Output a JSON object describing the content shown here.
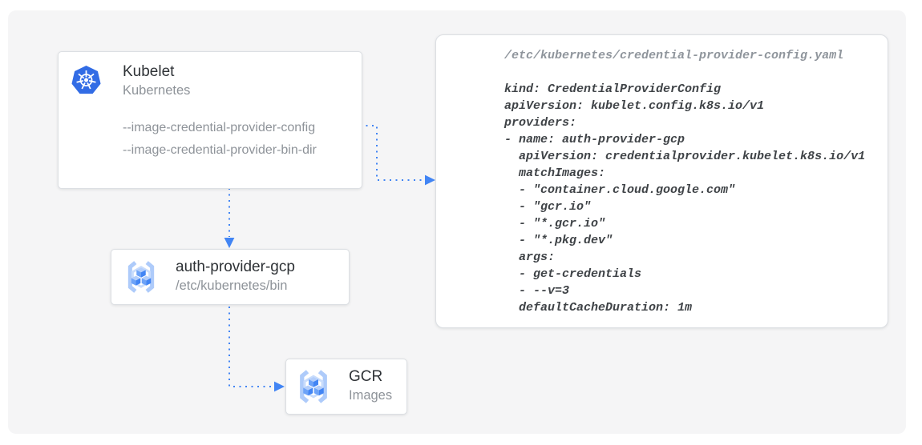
{
  "kubelet": {
    "title": "Kubelet",
    "subtitle": "Kubernetes",
    "flags": [
      "--image-credential-provider-config",
      "--image-credential-provider-bin-dir"
    ]
  },
  "auth_provider": {
    "title": "auth-provider-gcp",
    "subtitle": "/etc/kubernetes/bin"
  },
  "gcr": {
    "title": "GCR",
    "subtitle": "Images"
  },
  "config_file": {
    "filename": "/etc/kubernetes/credential-provider-config.yaml",
    "yaml": "kind: CredentialProviderConfig\napiVersion: kubelet.config.k8s.io/v1\nproviders:\n- name: auth-provider-gcp\n  apiVersion: credentialprovider.kubelet.k8s.io/v1\n  matchImages:\n  - \"container.cloud.google.com\"\n  - \"gcr.io\"\n  - \"*.gcr.io\"\n  - \"*.pkg.dev\"\n  args:\n  - get-credentials\n  - --v=3\n  defaultCacheDuration: 1m"
  },
  "icons": {
    "kubernetes": "kubernetes-helm-wheel",
    "container_registry": "gcp-container-registry-cubes"
  },
  "colors": {
    "accent_blue": "#4285f4",
    "kubernetes_blue": "#326ce5",
    "bracket_light_blue": "#aecbfa",
    "canvas_gray": "#f5f5f6",
    "title_text": "#2e3236",
    "muted_text": "#8e9399",
    "code_text": "#3f4347",
    "filename_text": "#8f959c"
  }
}
